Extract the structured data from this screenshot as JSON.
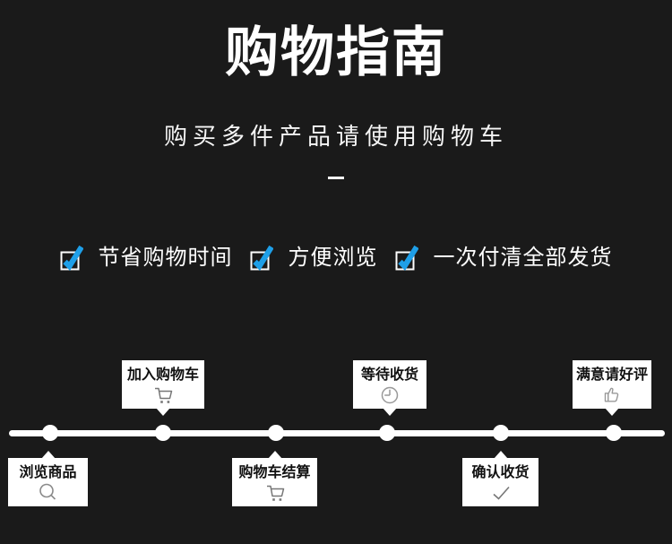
{
  "header": {
    "title": "购物指南",
    "subtitle": "购买多件产品请使用购物车"
  },
  "features": [
    {
      "label": "节省购物时间",
      "icon": "checkbox-checked-icon"
    },
    {
      "label": "方便浏览",
      "icon": "checkbox-checked-icon"
    },
    {
      "label": "一次付清全部发货",
      "icon": "checkbox-checked-icon"
    }
  ],
  "timeline": {
    "steps": [
      {
        "label": "浏览商品",
        "icon": "search-icon",
        "position": "below"
      },
      {
        "label": "加入购物车",
        "icon": "cart-icon",
        "position": "above"
      },
      {
        "label": "购物车结算",
        "icon": "cart-icon",
        "position": "below"
      },
      {
        "label": "等待收货",
        "icon": "clock-icon",
        "position": "above"
      },
      {
        "label": "确认收货",
        "icon": "check-icon",
        "position": "below"
      },
      {
        "label": "满意请好评",
        "icon": "thumbs-up-icon",
        "position": "above"
      }
    ]
  },
  "colors": {
    "background": "#1a1a1a",
    "accent_blue": "#1e9fe8",
    "card_background": "#ffffff",
    "card_text": "#111111",
    "text": "#ffffff"
  }
}
